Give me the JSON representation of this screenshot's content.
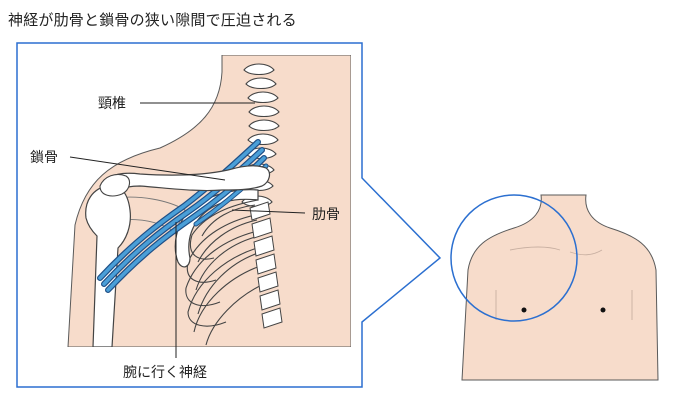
{
  "title": "神経が肋骨と鎖骨の狭い隙間で圧迫される",
  "labels": {
    "cervical_spine": "頸椎",
    "clavicle": "鎖骨",
    "ribs": "肋骨",
    "arm_nerves": "腕に行く神経"
  },
  "colors": {
    "frame": "#2b6fd0",
    "skin": "#f7dccb",
    "skin_outline": "#5a5a5a",
    "bone_fill": "#ffffff",
    "nerve": "#4a9fd8",
    "nerve_outline": "#1f4f86",
    "nipple": "#111111"
  }
}
